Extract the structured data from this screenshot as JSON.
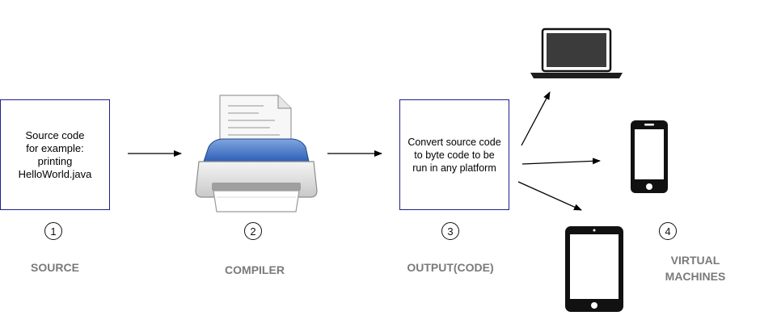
{
  "source": {
    "text": "Source code\nfor example:\nprinting\nHelloWorld.java",
    "step": "1",
    "label": "SOURCE"
  },
  "compiler": {
    "step": "2",
    "label": "COMPILER",
    "icon": "printer-icon"
  },
  "output": {
    "text": "Convert source code\nto byte code to be\nrun in any platform",
    "step": "3",
    "label": "OUTPUT(CODE)"
  },
  "virtual_machines": {
    "step": "4",
    "label": "VIRTUAL\nMACHINES",
    "devices": [
      "laptop-icon",
      "smartphone-icon",
      "tablet-icon"
    ]
  },
  "colors": {
    "box_border": "#1f1f8f",
    "label_text": "#7a7a7a",
    "arrow": "#000000"
  }
}
